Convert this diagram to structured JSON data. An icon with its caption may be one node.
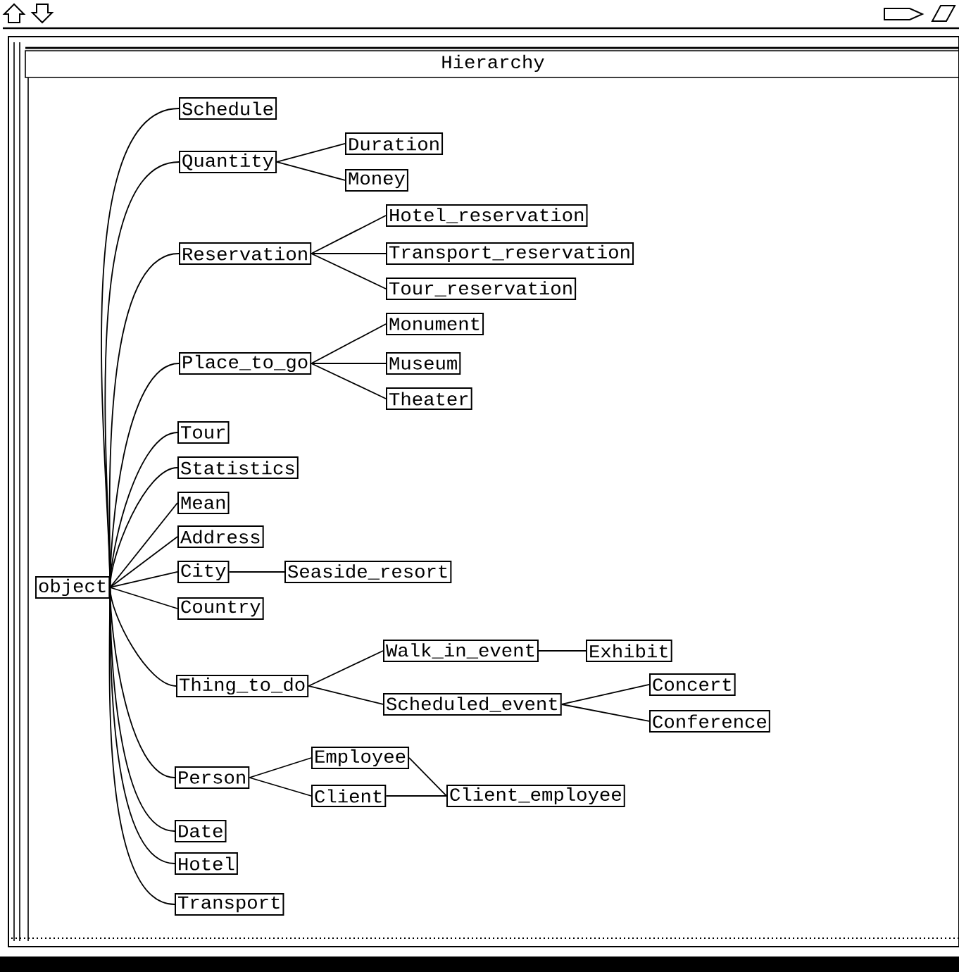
{
  "diagram": {
    "title": "Hierarchy",
    "nodes": [
      {
        "text": [
          "object"
        ]
      },
      {
        "text": [
          "Schedule"
        ]
      },
      {
        "text": [
          "Quantity"
        ]
      },
      {
        "text": [
          "Duration"
        ]
      },
      {
        "text": [
          "Money"
        ]
      },
      {
        "text": [
          "Reservation"
        ]
      },
      {
        "text": [
          "Hotel_reservation"
        ]
      },
      {
        "text": [
          "Transport_reservation"
        ]
      },
      {
        "text": [
          "Tour_reservation"
        ]
      },
      {
        "text": [
          "Place_to_go"
        ]
      },
      {
        "text": [
          "Monument"
        ]
      },
      {
        "text": [
          "Museum"
        ]
      },
      {
        "text": [
          "Theater"
        ]
      },
      {
        "text": [
          "Tour"
        ]
      },
      {
        "text": [
          "Statistics"
        ]
      },
      {
        "text": [
          "Mean"
        ]
      },
      {
        "text": [
          "Address"
        ]
      },
      {
        "text": [
          "City"
        ]
      },
      {
        "text": [
          "Seaside_resort"
        ]
      },
      {
        "text": [
          "Country"
        ]
      },
      {
        "text": [
          "Thing_to_do"
        ]
      },
      {
        "text": [
          "Walk_in_event"
        ]
      },
      {
        "text": [
          "Exhibit"
        ]
      },
      {
        "text": [
          "Scheduled_event"
        ]
      },
      {
        "text": [
          "Concert"
        ]
      },
      {
        "text": [
          "Conference"
        ]
      },
      {
        "text": [
          "Person"
        ]
      },
      {
        "text": [
          "Employee"
        ]
      },
      {
        "text": [
          "Client"
        ]
      },
      {
        "text": [
          "Client_employee"
        ]
      },
      {
        "text": [
          "Date"
        ]
      },
      {
        "text": [
          "Hotel"
        ]
      },
      {
        "text": [
          "Transport"
        ]
      }
    ],
    "edges": [
      {
        "from": 0,
        "to": 1,
        "arrow": "none"
      },
      {
        "from": 0,
        "to": 2,
        "arrow": "none"
      },
      {
        "from": 2,
        "to": 3,
        "arrow": "none"
      },
      {
        "from": 2,
        "to": 4,
        "arrow": "none"
      },
      {
        "from": 0,
        "to": 5,
        "arrow": "none"
      },
      {
        "from": 5,
        "to": 6,
        "arrow": "none"
      },
      {
        "from": 5,
        "to": 7,
        "arrow": "none"
      },
      {
        "from": 5,
        "to": 8,
        "arrow": "none"
      },
      {
        "from": 0,
        "to": 9,
        "arrow": "none"
      },
      {
        "from": 9,
        "to": 10,
        "arrow": "none"
      },
      {
        "from": 9,
        "to": 11,
        "arrow": "none"
      },
      {
        "from": 9,
        "to": 12,
        "arrow": "none"
      },
      {
        "from": 0,
        "to": 13,
        "arrow": "none"
      },
      {
        "from": 0,
        "to": 14,
        "arrow": "none"
      },
      {
        "from": 0,
        "to": 15,
        "arrow": "none"
      },
      {
        "from": 0,
        "to": 16,
        "arrow": "none"
      },
      {
        "from": 0,
        "to": 17,
        "arrow": "none"
      },
      {
        "from": 17,
        "to": 18,
        "arrow": "none"
      },
      {
        "from": 0,
        "to": 19,
        "arrow": "none"
      },
      {
        "from": 0,
        "to": 20,
        "arrow": "none"
      },
      {
        "from": 20,
        "to": 21,
        "arrow": "none"
      },
      {
        "from": 21,
        "to": 22,
        "arrow": "none"
      },
      {
        "from": 20,
        "to": 23,
        "arrow": "none"
      },
      {
        "from": 23,
        "to": 24,
        "arrow": "none"
      },
      {
        "from": 23,
        "to": 25,
        "arrow": "none"
      },
      {
        "from": 0,
        "to": 26,
        "arrow": "none"
      },
      {
        "from": 26,
        "to": 27,
        "arrow": "none"
      },
      {
        "from": 26,
        "to": 28,
        "arrow": "none"
      },
      {
        "from": 27,
        "to": 29,
        "arrow": "none"
      },
      {
        "from": 28,
        "to": 29,
        "arrow": "none"
      },
      {
        "from": 0,
        "to": 30,
        "arrow": "none"
      },
      {
        "from": 0,
        "to": 31,
        "arrow": "none"
      },
      {
        "from": 0,
        "to": 32,
        "arrow": "none"
      }
    ]
  }
}
